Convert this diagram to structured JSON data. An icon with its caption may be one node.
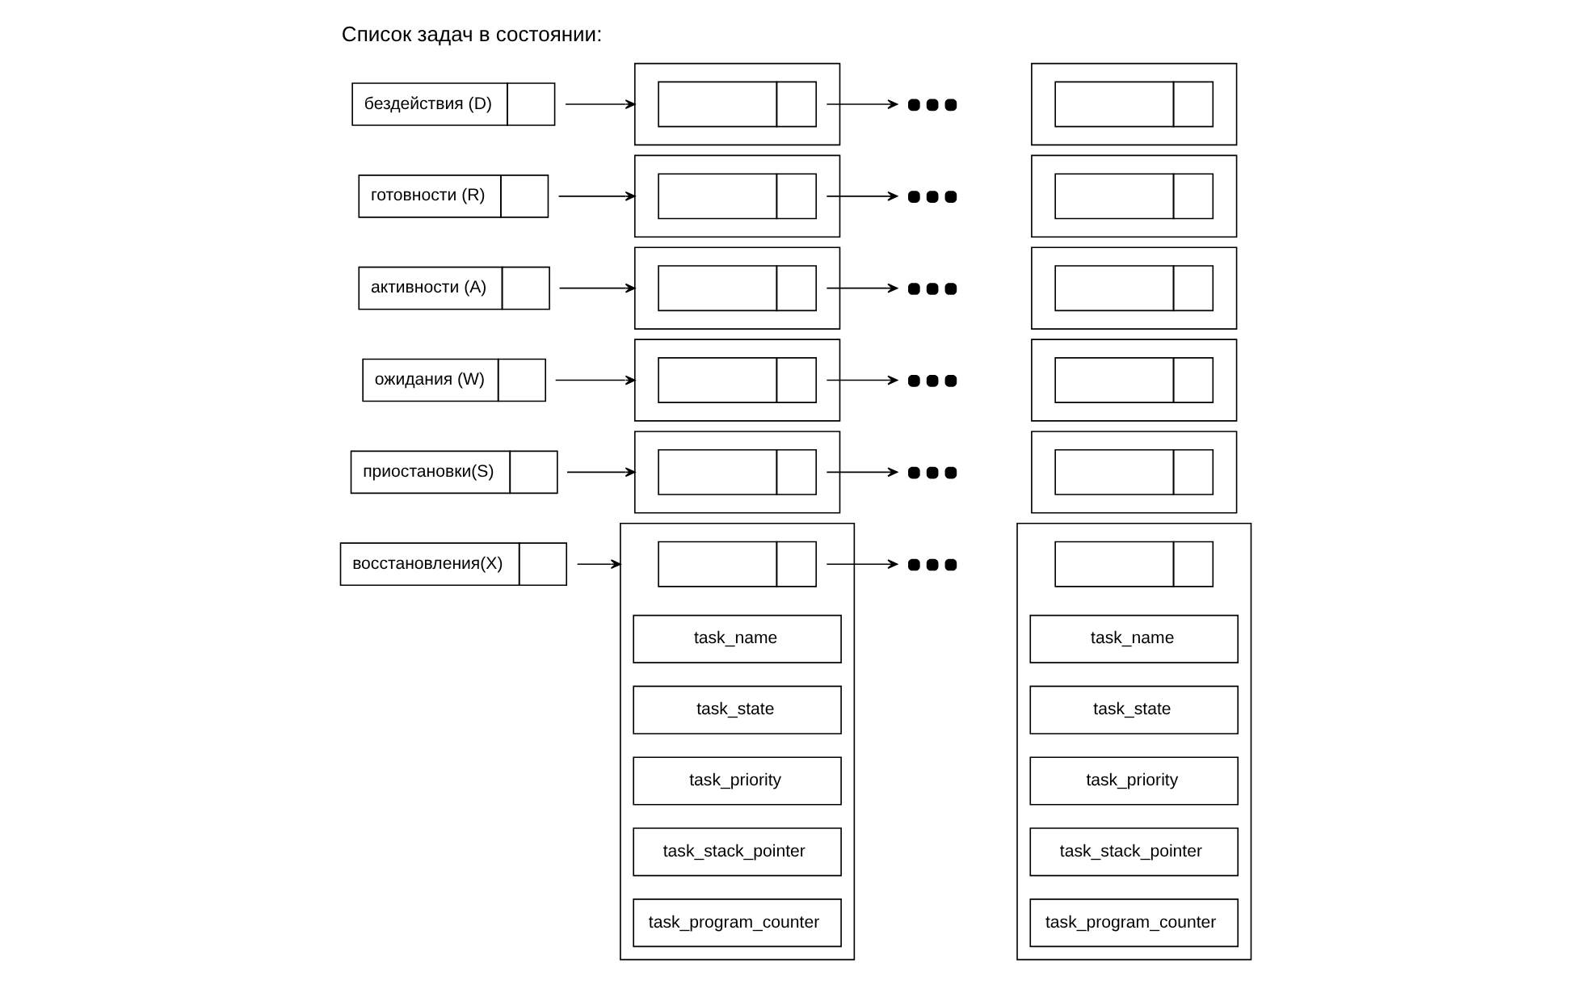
{
  "diagram": {
    "title": "Список задач в состоянии:",
    "nodes": [
      {
        "text": [
          "бездействия (D)"
        ]
      },
      {
        "text": [],
        "shape": "box"
      },
      {
        "text": [],
        "shape": "box",
        "in": 1
      },
      {
        "text": [],
        "shape": "dots"
      },
      {
        "text": [],
        "shape": "box"
      },
      {
        "text": [],
        "shape": "box",
        "in": 4
      },
      {
        "text": [
          "готовности (R)"
        ]
      },
      {
        "text": [],
        "shape": "box"
      },
      {
        "text": [],
        "shape": "box",
        "in": 7
      },
      {
        "text": [],
        "shape": "dots"
      },
      {
        "text": [],
        "shape": "box"
      },
      {
        "text": [],
        "shape": "box",
        "in": 10
      },
      {
        "text": [
          "активности (A)"
        ]
      },
      {
        "text": [],
        "shape": "box"
      },
      {
        "text": [],
        "shape": "box",
        "in": 13
      },
      {
        "text": [],
        "shape": "dots"
      },
      {
        "text": [],
        "shape": "box"
      },
      {
        "text": [],
        "shape": "box",
        "in": 16
      },
      {
        "text": [
          "ожидания (W)"
        ]
      },
      {
        "text": [],
        "shape": "box"
      },
      {
        "text": [],
        "shape": "box",
        "in": 19
      },
      {
        "text": [],
        "shape": "dots"
      },
      {
        "text": [],
        "shape": "box"
      },
      {
        "text": [],
        "shape": "box",
        "in": 22
      },
      {
        "text": [
          "приостановки(S)"
        ]
      },
      {
        "text": [],
        "shape": "box"
      },
      {
        "text": [],
        "shape": "box",
        "in": 25
      },
      {
        "text": [],
        "shape": "dots"
      },
      {
        "text": [],
        "shape": "box"
      },
      {
        "text": [],
        "shape": "box",
        "in": 28
      },
      {
        "text": [
          "восстановления(X)"
        ]
      },
      {
        "text": [],
        "shape": "box"
      },
      {
        "text": [],
        "shape": "box",
        "in": 31
      },
      {
        "text": [
          "task_name"
        ],
        "in": 31
      },
      {
        "text": [
          "task_state"
        ],
        "in": 31
      },
      {
        "text": [
          "task_priority"
        ],
        "in": 31
      },
      {
        "text": [
          "task_stack_pointer"
        ],
        "in": 31
      },
      {
        "text": [
          "task_program_counter"
        ],
        "in": 31
      },
      {
        "text": [],
        "shape": "dots"
      },
      {
        "text": [],
        "shape": "box"
      },
      {
        "text": [],
        "shape": "box",
        "in": 39
      },
      {
        "text": [
          "task_name"
        ],
        "in": 39
      },
      {
        "text": [
          "task_state"
        ],
        "in": 39
      },
      {
        "text": [
          "task_priority"
        ],
        "in": 39
      },
      {
        "text": [
          "task_stack_pointer"
        ],
        "in": 39
      },
      {
        "text": [
          "task_program_counter"
        ],
        "in": 39
      }
    ],
    "edges": [
      {
        "from": 0,
        "to": 1,
        "arrow": "to"
      },
      {
        "from": 2,
        "to": 3,
        "arrow": "to"
      },
      {
        "from": 6,
        "to": 7,
        "arrow": "to"
      },
      {
        "from": 8,
        "to": 9,
        "arrow": "to"
      },
      {
        "from": 12,
        "to": 13,
        "arrow": "to"
      },
      {
        "from": 14,
        "to": 15,
        "arrow": "to"
      },
      {
        "from": 18,
        "to": 19,
        "arrow": "to"
      },
      {
        "from": 20,
        "to": 21,
        "arrow": "to"
      },
      {
        "from": 24,
        "to": 25,
        "arrow": "to"
      },
      {
        "from": 26,
        "to": 27,
        "arrow": "to"
      },
      {
        "from": 30,
        "to": 31,
        "arrow": "to"
      },
      {
        "from": 32,
        "to": 38,
        "arrow": "to"
      }
    ]
  }
}
